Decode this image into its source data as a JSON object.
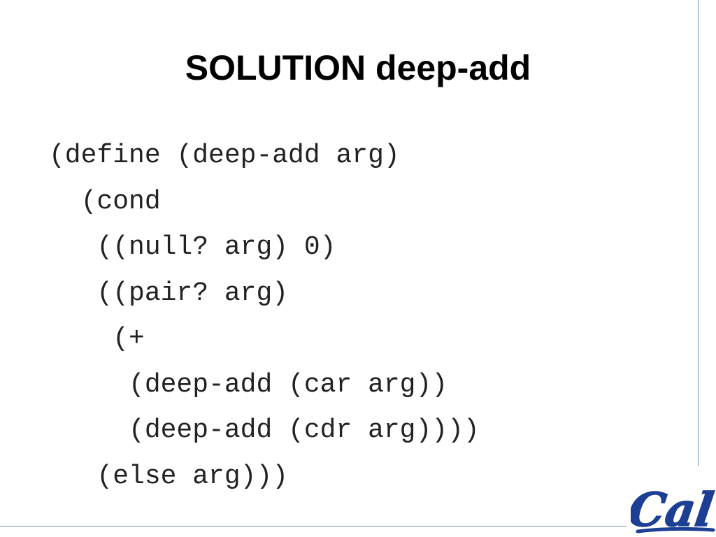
{
  "slide": {
    "title": "SOLUTION deep-add",
    "code_lines": [
      "(define (deep-add arg)",
      "  (cond",
      "   ((null? arg) 0)",
      "   ((pair? arg)",
      "    (+",
      "     (deep-add (car arg))",
      "     (deep-add (cdr arg))))",
      "   (else arg)))"
    ],
    "logo_text": "Cal"
  },
  "colors": {
    "accent_line": "#6f93b8",
    "logo_blue": "#1c3f94",
    "text": "#000000"
  }
}
